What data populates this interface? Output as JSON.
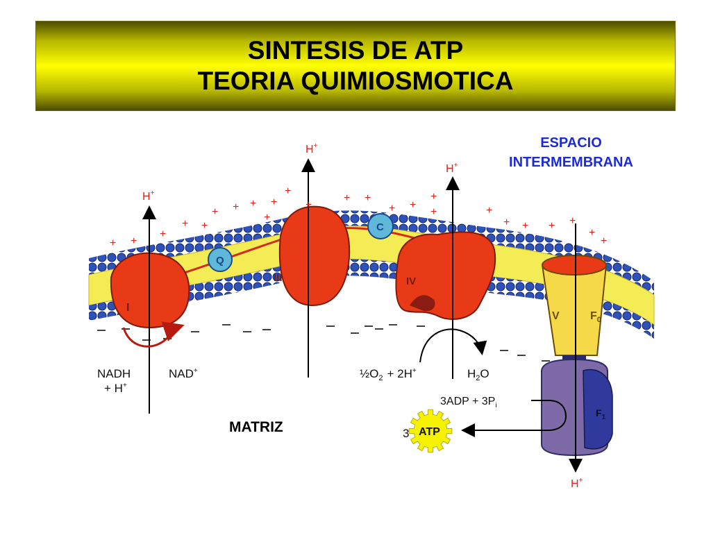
{
  "title": {
    "line1": "SINTESIS DE ATP",
    "line2": "TEORIA QUIMIOSMOTICA"
  },
  "regions": {
    "intermembrane_line1": "ESPACIO",
    "intermembrane_line2": "INTERMEMBRANA",
    "matrix": "MATRIZ"
  },
  "complexes": {
    "c1": "I",
    "c3": "III",
    "c4": "IV",
    "c5": "V",
    "fo": "F",
    "fo_sub": "0",
    "f1": "F",
    "f1_sub": "1",
    "coenzyme_q": "Q",
    "cytochrome_c": "C"
  },
  "reactions": {
    "nadh": "NADH",
    "h_plus": "+ H",
    "nad_plus": "NAD",
    "oxygen": "½O",
    "oxygen_sub": "2",
    "two_h": "+ 2H",
    "water": "H",
    "water_sub": "2",
    "water_o": "O",
    "adp_pi": "3ADP + 3P",
    "pi_sub": "i",
    "atp_count": "3",
    "atp": "ATP"
  },
  "protons": {
    "symbol": "H",
    "charge": "+"
  },
  "colors": {
    "complex_red": "#e83a17",
    "membrane_yellow": "#f4ec55",
    "lipid_head_blue": "#2f52b8",
    "atp_yellow": "#f7f200",
    "f1_purple": "#7e6aa6",
    "label_blue": "#1c2bd6"
  }
}
